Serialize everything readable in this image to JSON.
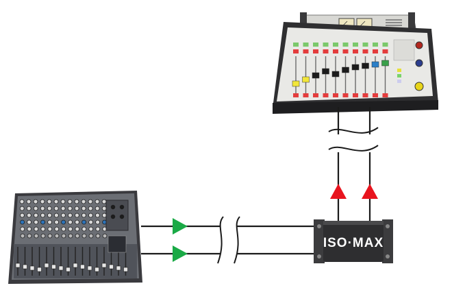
{
  "isolator": {
    "label": "ISO·MAX",
    "box_color": "#2e2e30",
    "label_color": "#ffffff"
  },
  "devices": [
    {
      "name": "analog-mixing-console",
      "depiction": "mixer-photo"
    },
    {
      "name": "broadcast-console",
      "depiction": "console-photo"
    }
  ],
  "signal_lines": {
    "count": 2,
    "color": "#1a1a1a",
    "input_arrow_color": "#1aaa46",
    "output_arrow_color": "#e8141e",
    "break_symbol": "wavy-cable-break"
  }
}
